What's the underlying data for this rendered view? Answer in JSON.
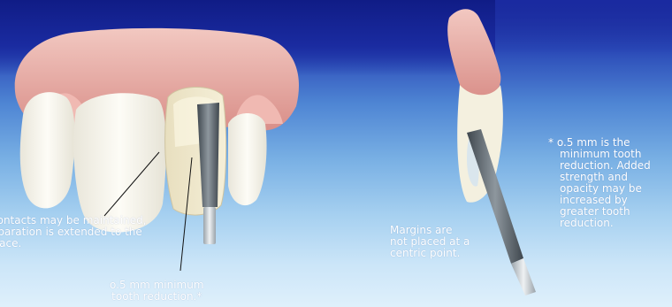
{
  "annotations": {
    "contacts": {
      "lines": [
        "contacts may be maintained,",
        "eparation is extended to the",
        "rface."
      ]
    },
    "margins": {
      "lines": [
        "Margins are",
        "not placed at a",
        "centric point."
      ]
    },
    "footnote": {
      "marker": "*",
      "lines": [
        "o.5 mm is the",
        "minimum tooth",
        "reduction. Added",
        "strength and",
        "opacity may be",
        "increased by",
        "greater tooth",
        "reduction."
      ]
    },
    "reduction": {
      "lines": [
        "o.5 mm minimum",
        "tooth reduction.*"
      ]
    }
  },
  "colors": {
    "sky_top": "#1d2f9e",
    "sky_bottom": "#dff0fb",
    "gingiva": "#e3a9a2",
    "tooth": "#f4f1e6",
    "bur": "#5a646c"
  }
}
